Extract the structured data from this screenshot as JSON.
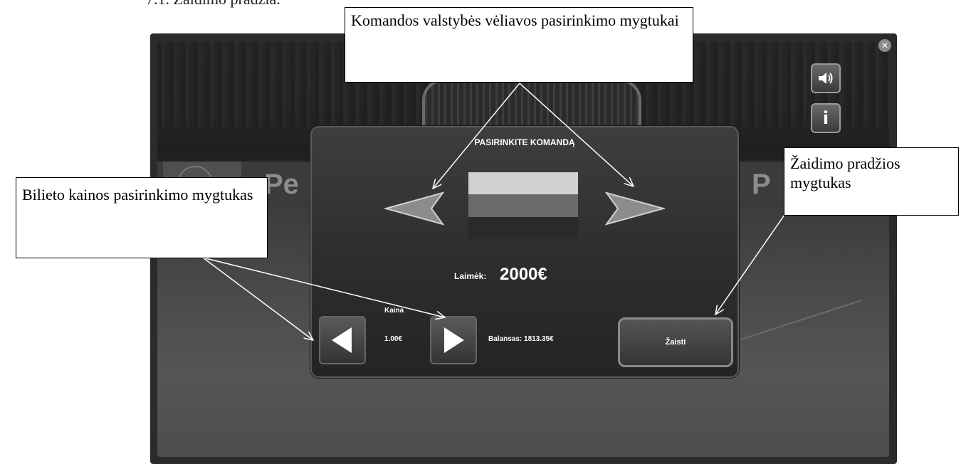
{
  "section_heading": "7.1. Žaidimo pradžia.",
  "game": {
    "ad_text_left": "Pe",
    "ad_text_right": "P",
    "close_icon": "close-icon",
    "sound_icon": "speaker-icon",
    "info_icon": "info-icon",
    "info_glyph": "i"
  },
  "dialog": {
    "title": "PASIRINKITE KOMANDĄ",
    "flag_colors": [
      "#d0d0d0",
      "#6a6a6a",
      "#2a2a2a"
    ],
    "win_label": "Laimėk:",
    "win_value": "2000€",
    "price_label": "Kaina",
    "price_value": "1.00€",
    "balance": "Balansas: 1813.35€",
    "play_label": "Žaisti"
  },
  "callouts": {
    "team_flag": "Komandos valstybės vėliavos pasirinkimo mygtukai",
    "ticket_price": "Bilieto kainos pasirinkimo mygtukas",
    "game_start": "Žaidimo pradžios mygtukas"
  }
}
